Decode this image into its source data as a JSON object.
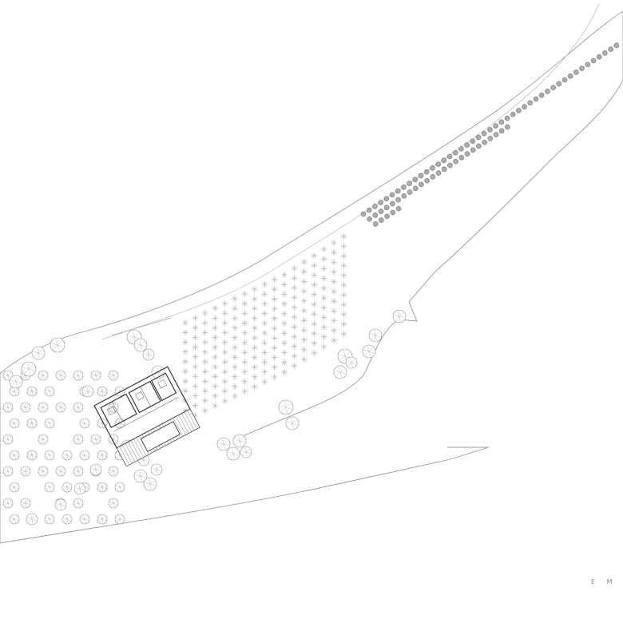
{
  "label": {
    "text": "E M P"
  },
  "zones": {
    "olive_grove": {
      "kind": "filled-tree-grid"
    },
    "orchard": {
      "kind": "star-tree-grid"
    },
    "woodland": {
      "kind": "circle-tree-groups"
    }
  }
}
